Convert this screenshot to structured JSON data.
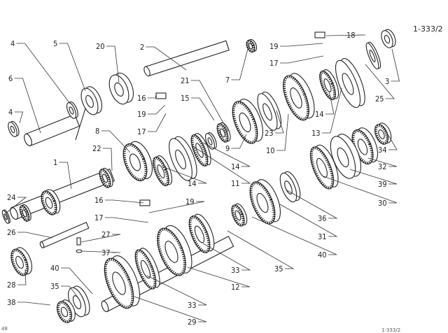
{
  "drawing_ref": "1-333/2",
  "page_number": "48",
  "footer_ref": "1-333/2",
  "callouts": [
    "4",
    "5",
    "20",
    "2",
    "7",
    "18",
    "19",
    "17",
    "3",
    "25",
    "6",
    "16",
    "19",
    "17",
    "21",
    "15",
    "4",
    "8",
    "22",
    "9",
    "23",
    "10",
    "13",
    "14",
    "14",
    "11",
    "14",
    "34",
    "32",
    "39",
    "30",
    "36",
    "31",
    "40",
    "35",
    "33",
    "12",
    "33",
    "29",
    "1",
    "24",
    "16",
    "19",
    "17",
    "26",
    "27",
    "37",
    "28",
    "40",
    "35",
    "38"
  ]
}
